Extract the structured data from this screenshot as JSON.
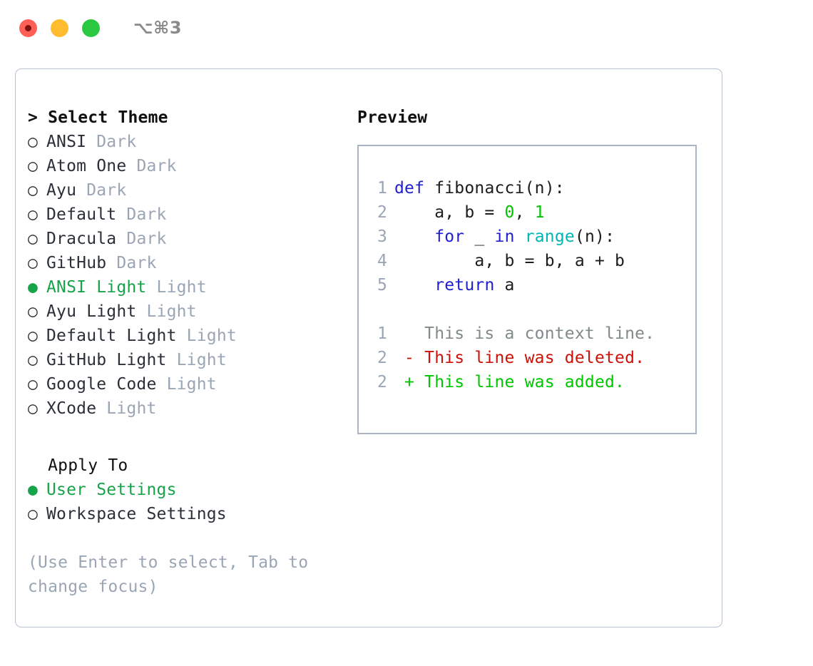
{
  "window": {
    "shortcut_label": "⌥⌘3",
    "traffic_lights": [
      {
        "name": "close",
        "color": "#ff5f57"
      },
      {
        "name": "minimize",
        "color": "#febc2e"
      },
      {
        "name": "maximize",
        "color": "#28c840"
      }
    ]
  },
  "theme_section": {
    "header": "> Select Theme",
    "items": [
      {
        "marker": "○",
        "label": "ANSI",
        "suffix": "Dark",
        "selected": false
      },
      {
        "marker": "○",
        "label": "Atom One",
        "suffix": "Dark",
        "selected": false
      },
      {
        "marker": "○",
        "label": "Ayu",
        "suffix": "Dark",
        "selected": false
      },
      {
        "marker": "○",
        "label": "Default",
        "suffix": "Dark",
        "selected": false
      },
      {
        "marker": "○",
        "label": "Dracula",
        "suffix": "Dark",
        "selected": false
      },
      {
        "marker": "○",
        "label": "GitHub",
        "suffix": "Dark",
        "selected": false
      },
      {
        "marker": "●",
        "label": "ANSI Light",
        "suffix": "Light",
        "selected": true
      },
      {
        "marker": "○",
        "label": "Ayu Light",
        "suffix": "Light",
        "selected": false
      },
      {
        "marker": "○",
        "label": "Default Light",
        "suffix": "Light",
        "selected": false
      },
      {
        "marker": "○",
        "label": "GitHub Light",
        "suffix": "Light",
        "selected": false
      },
      {
        "marker": "○",
        "label": "Google Code",
        "suffix": "Light",
        "selected": false
      },
      {
        "marker": "○",
        "label": "XCode",
        "suffix": "Light",
        "selected": false
      }
    ]
  },
  "apply_to_section": {
    "header": "  Apply To",
    "items": [
      {
        "marker": "●",
        "label": "User Settings",
        "suffix": "",
        "selected": true
      },
      {
        "marker": "○",
        "label": "Workspace Settings",
        "suffix": "",
        "selected": false
      }
    ]
  },
  "help_text": "(Use Enter to select, Tab to change focus)",
  "preview": {
    "title": "Preview",
    "code_lines": [
      {
        "number": "1",
        "tokens": [
          {
            "text": "def",
            "style": "kw"
          },
          {
            "text": " fibonacci(n):",
            "style": "txt"
          }
        ]
      },
      {
        "number": "2",
        "tokens": [
          {
            "text": "    a, b = ",
            "style": "txt"
          },
          {
            "text": "0",
            "style": "num"
          },
          {
            "text": ", ",
            "style": "txt"
          },
          {
            "text": "1",
            "style": "num"
          }
        ]
      },
      {
        "number": "3",
        "tokens": [
          {
            "text": "    ",
            "style": "txt"
          },
          {
            "text": "for",
            "style": "kw"
          },
          {
            "text": " _ ",
            "style": "txt"
          },
          {
            "text": "in",
            "style": "kw"
          },
          {
            "text": " ",
            "style": "txt"
          },
          {
            "text": "range",
            "style": "fn"
          },
          {
            "text": "(n):",
            "style": "txt"
          }
        ]
      },
      {
        "number": "4",
        "tokens": [
          {
            "text": "        a, b = b, a + b",
            "style": "txt"
          }
        ]
      },
      {
        "number": "5",
        "tokens": [
          {
            "text": "    ",
            "style": "txt"
          },
          {
            "text": "return",
            "style": "kw"
          },
          {
            "text": " a",
            "style": "txt"
          }
        ]
      }
    ],
    "diff_lines": [
      {
        "number": "1",
        "tokens": [
          {
            "text": "   This is a context line.",
            "style": "ctx"
          }
        ]
      },
      {
        "number": "2",
        "tokens": [
          {
            "text": " - This line was deleted.",
            "style": "del"
          }
        ]
      },
      {
        "number": "2",
        "tokens": [
          {
            "text": " + This line was added.",
            "style": "add"
          }
        ]
      }
    ]
  },
  "colors": {
    "accent_green": "#17a34a",
    "muted_gray": "#9aa5b5",
    "keyword_blue": "#1f1fd0",
    "function_cyan": "#00b5b5",
    "number_green": "#00c400",
    "diff_delete_red": "#cc1208",
    "diff_add_green": "#00c400",
    "border_gray": "#aab4c2"
  }
}
